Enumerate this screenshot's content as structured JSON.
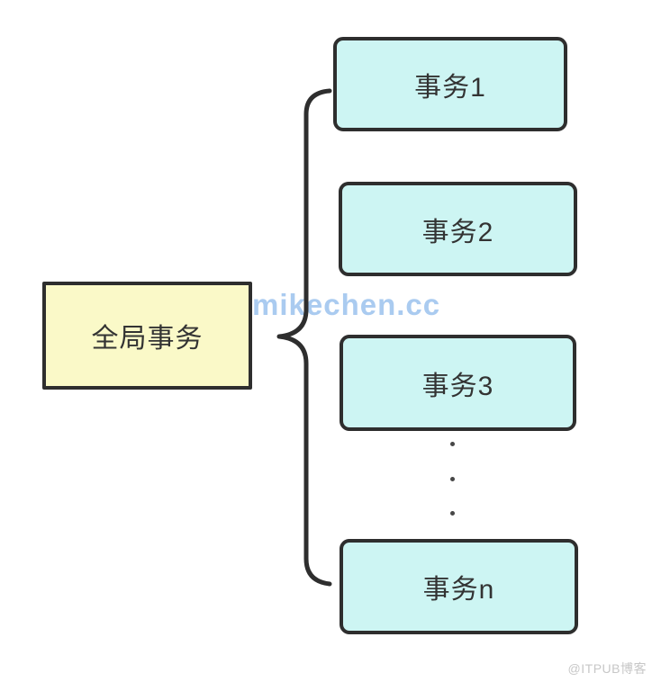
{
  "diagram": {
    "root": {
      "label": "全局事务"
    },
    "children": [
      {
        "label": "事务1"
      },
      {
        "label": "事务2"
      },
      {
        "label": "事务3"
      },
      {
        "label": "事务n"
      }
    ],
    "ellipsis_dots": 3
  },
  "watermark": {
    "text": "mikechen.cc"
  },
  "footer": {
    "credit": "@ITPUB博客"
  },
  "colors": {
    "root_fill": "#faf9c8",
    "child_fill": "#cdf5f3",
    "border": "#2e2e2e",
    "text": "#333333",
    "watermark": "#9cc2ee",
    "footer": "#c7c7c7"
  }
}
